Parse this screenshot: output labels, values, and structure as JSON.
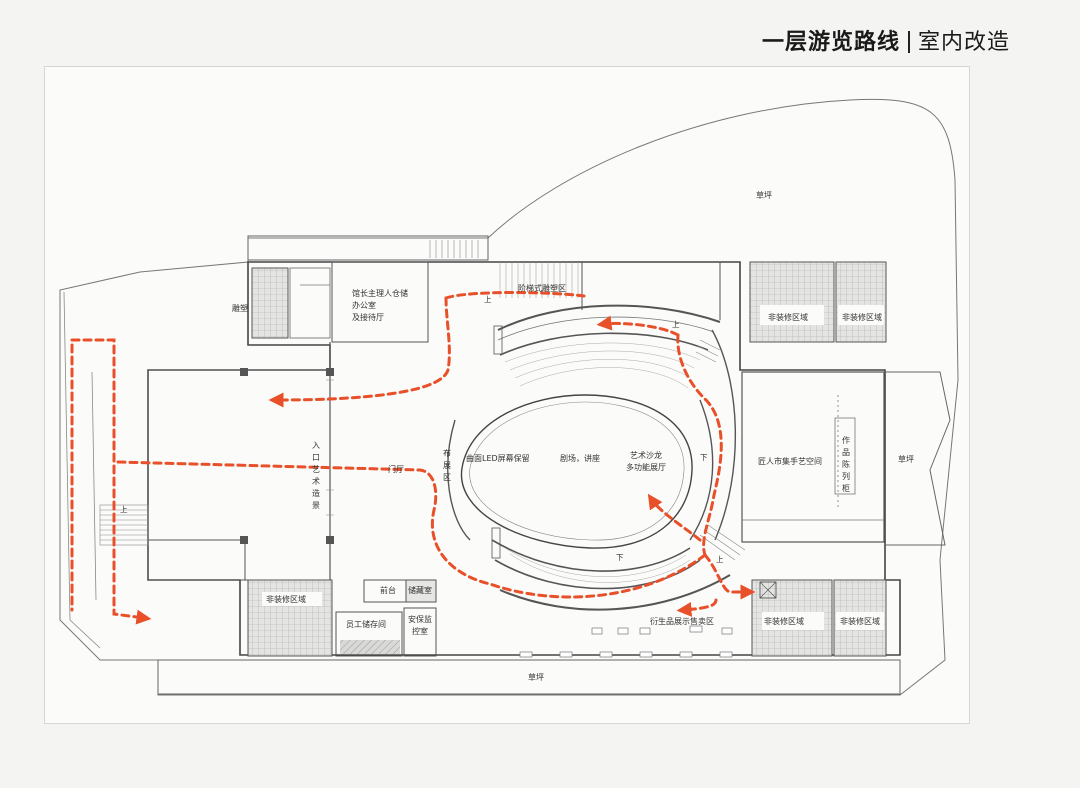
{
  "header": {
    "title_main": "一层游览路线",
    "title_sub": "室内改造"
  },
  "plan": {
    "labels": {
      "lawn_top": "草坪",
      "lawn_right": "草坪",
      "lawn_bottom": "草坪",
      "sculpture": "雕塑",
      "office_line1": "馆长主理人仓储",
      "office_line2": "办公室",
      "office_line3": "及接待厅",
      "stair_seating": "阶梯式雕塑区",
      "non_reno_1": "非装修区域",
      "non_reno_2": "非装修区域",
      "non_reno_3": "非装修区域",
      "non_reno_4": "非装修区域",
      "non_reno_5": "非装修区域",
      "entrance_1": "入",
      "entrance_2": "口",
      "entrance_3": "艺",
      "entrance_4": "术",
      "entrance_5": "造",
      "entrance_6": "景",
      "door_hall": "门厅",
      "exhibit_1": "布",
      "exhibit_2": "展",
      "exhibit_3": "区",
      "led_screen": "曲面LED屏幕保留",
      "theatre": "剧场，讲座",
      "salon_line1": "艺术沙龙",
      "salon_line2": "多功能展厅",
      "craftsman": "匠人市集手艺空间",
      "works_1": "作",
      "works_2": "品",
      "works_3": "陈",
      "works_4": "列",
      "works_5": "柜",
      "reception": "前台",
      "storage": "储藏室",
      "staff_storage": "员工储存间",
      "security_line1": "安保监",
      "security_line2": "控室",
      "merch": "衍生品展示售卖区",
      "up_1": "上",
      "up_2": "上",
      "up_3": "上",
      "down_1": "下",
      "down_2": "下",
      "up_4": "上"
    },
    "colors": {
      "route": "#e8502a",
      "wall": "#555555",
      "hatch": "#9a9a9a",
      "lawn_bg": "#fbfbfa"
    }
  }
}
